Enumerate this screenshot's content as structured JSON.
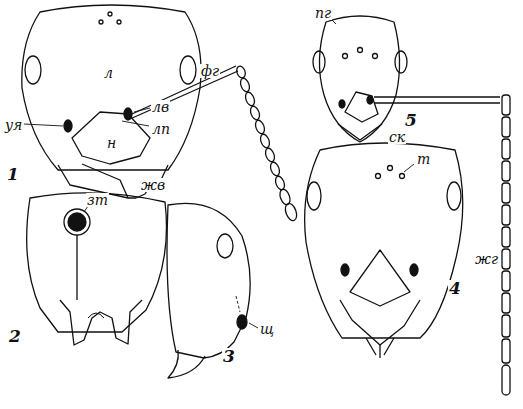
{
  "diagram": {
    "labels": [
      "фг",
      "л",
      "лв",
      "уя",
      "лп",
      "н",
      "жв",
      "1",
      "пг",
      "ск",
      "5",
      "зт",
      "т",
      "жг",
      "4",
      "щ",
      "3",
      "2"
    ]
  }
}
